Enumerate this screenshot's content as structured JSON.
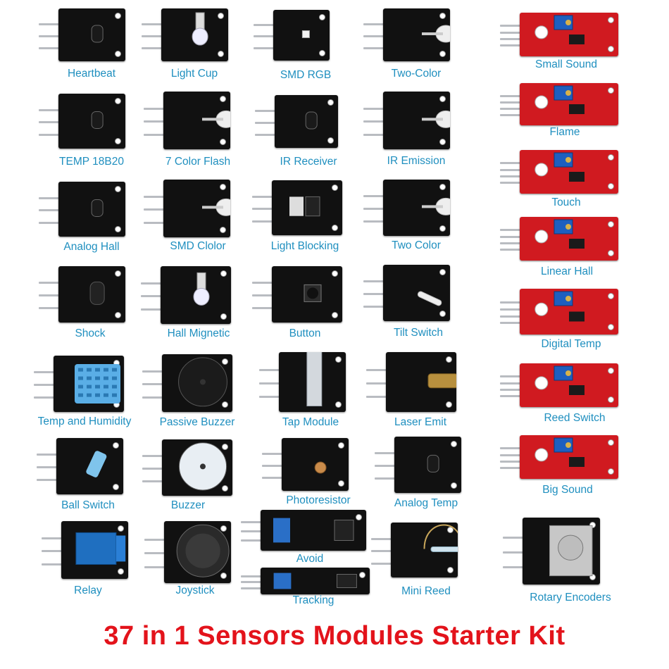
{
  "kit": {
    "title": "37 in 1 Sensors Modules Starter Kit"
  },
  "modules": [
    {
      "id": "heartbeat",
      "label": "Heartbeat"
    },
    {
      "id": "light-cup",
      "label": "Light Cup"
    },
    {
      "id": "smd-rgb",
      "label": "SMD RGB"
    },
    {
      "id": "two-color-1",
      "label": "Two-Color"
    },
    {
      "id": "small-sound",
      "label": "Small Sound"
    },
    {
      "id": "temp-18b20",
      "label": "TEMP 18B20"
    },
    {
      "id": "seven-color-flash",
      "label": "7 Color Flash"
    },
    {
      "id": "ir-receiver",
      "label": "IR Receiver"
    },
    {
      "id": "ir-emission",
      "label": "IR Emission"
    },
    {
      "id": "flame",
      "label": "Flame"
    },
    {
      "id": "analog-hall",
      "label": "Analog Hall"
    },
    {
      "id": "smd-clolor",
      "label": "SMD Clolor"
    },
    {
      "id": "light-blocking",
      "label": "Light Blocking"
    },
    {
      "id": "two-color-2",
      "label": "Two Color"
    },
    {
      "id": "touch",
      "label": "Touch"
    },
    {
      "id": "shock",
      "label": "Shock"
    },
    {
      "id": "hall-mignetic",
      "label": "Hall Mignetic"
    },
    {
      "id": "button",
      "label": "Button"
    },
    {
      "id": "tilt-switch",
      "label": "Tilt Switch"
    },
    {
      "id": "linear-hall",
      "label": "Linear Hall"
    },
    {
      "id": "temp-humidity",
      "label": "Temp and Humidity"
    },
    {
      "id": "passive-buzzer",
      "label": "Passive Buzzer"
    },
    {
      "id": "tap-module",
      "label": "Tap Module"
    },
    {
      "id": "laser-emit",
      "label": "Laser Emit"
    },
    {
      "id": "digital-temp",
      "label": "Digital Temp"
    },
    {
      "id": "ball-switch",
      "label": "Ball Switch"
    },
    {
      "id": "buzzer",
      "label": "Buzzer"
    },
    {
      "id": "photoresistor",
      "label": "Photoresistor"
    },
    {
      "id": "analog-temp",
      "label": "Analog Temp"
    },
    {
      "id": "reed-switch",
      "label": "Reed Switch"
    },
    {
      "id": "relay",
      "label": "Relay"
    },
    {
      "id": "joystick",
      "label": "Joystick"
    },
    {
      "id": "avoid",
      "label": "Avoid"
    },
    {
      "id": "tracking",
      "label": "Tracking"
    },
    {
      "id": "mini-reed",
      "label": "Mini Reed"
    },
    {
      "id": "big-sound",
      "label": "Big Sound"
    },
    {
      "id": "rotary-encoders",
      "label": "Rotary Encoders"
    }
  ],
  "colors": {
    "label": "#1f8fbf",
    "title": "#e3131b",
    "board_black": "#111111",
    "board_red": "#d01a20"
  }
}
